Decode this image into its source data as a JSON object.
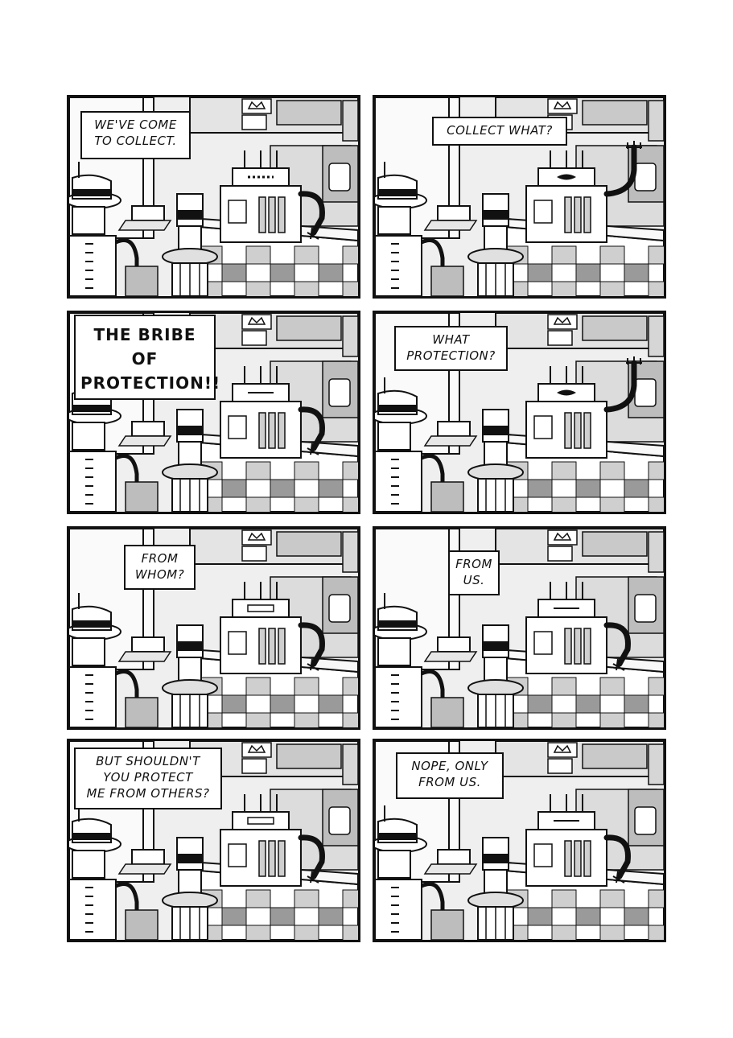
{
  "comic": {
    "panels": [
      {
        "caption": "WE'VE COME\nTO COLLECT.",
        "style": "normal",
        "hand": "down",
        "screen": "dots"
      },
      {
        "caption": "COLLECT WHAT?",
        "style": "normal",
        "hand": "up",
        "screen": "eye"
      },
      {
        "caption": "THE BRIBE\nOF\nPROTECTION!!",
        "style": "shout",
        "hand": "down",
        "screen": "line"
      },
      {
        "caption": "WHAT\nPROTECTION?",
        "style": "normal",
        "hand": "up",
        "screen": "eye"
      },
      {
        "caption": "FROM\nWHOM?",
        "style": "normal",
        "hand": "down",
        "screen": "grid"
      },
      {
        "caption": "FROM\nUS.",
        "style": "normal",
        "hand": "down",
        "screen": "line"
      },
      {
        "caption": "BUT SHOULDN'T\nYOU PROTECT\nME FROM OTHERS?",
        "style": "normal",
        "hand": "down",
        "screen": "grid"
      },
      {
        "caption": "NOPE, ONLY\nFROM US.",
        "style": "normal",
        "hand": "down",
        "screen": "line"
      }
    ]
  }
}
